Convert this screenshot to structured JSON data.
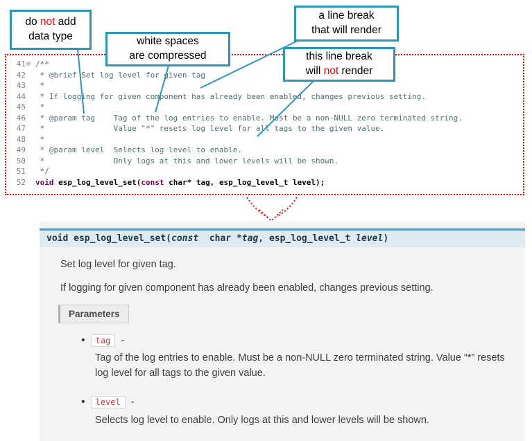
{
  "callouts": {
    "no_datatype": {
      "pre": "do ",
      "not": "not",
      "post": " add",
      "line2": "data type"
    },
    "whitespace": {
      "line1": "white spaces",
      "line2": "are compressed"
    },
    "break_render": {
      "line1": "a line break",
      "line2": "that will render"
    },
    "break_norender": {
      "line1": "this line break",
      "pre": "will ",
      "not": "not",
      "post": " render"
    }
  },
  "code": {
    "lines": [
      {
        "num": "41",
        "fold": "⊖",
        "text": "/**"
      },
      {
        "num": "42",
        "fold": "",
        "text": " * @brief Set log level for given tag"
      },
      {
        "num": "43",
        "fold": "",
        "text": " *"
      },
      {
        "num": "44",
        "fold": "",
        "text": " * If logging for given component has already been enabled, changes previous setting."
      },
      {
        "num": "45",
        "fold": "",
        "text": " *"
      },
      {
        "num": "46",
        "fold": "",
        "text": " * @param tag    Tag of the log entries to enable. Must be a non-NULL zero terminated string."
      },
      {
        "num": "47",
        "fold": "",
        "text": " *               Value \"*\" resets log level for all tags to the given value."
      },
      {
        "num": "48",
        "fold": "",
        "text": " *"
      },
      {
        "num": "49",
        "fold": "",
        "text": " * @param level  Selects log level to enable."
      },
      {
        "num": "50",
        "fold": "",
        "text": " *               Only logs at this and lower levels will be shown."
      },
      {
        "num": "51",
        "fold": "",
        "text": " */"
      },
      {
        "num": "52",
        "fold": "",
        "text": ""
      }
    ],
    "stmt": {
      "kw1": "void ",
      "fn": "esp_log_level_set(",
      "kw2": "const",
      "rest": " char* tag, esp_log_level_t level);"
    }
  },
  "doc": {
    "signature": {
      "kw_void": "void",
      "fn": " esp_log_level_set(",
      "kw_const": "const",
      "mid": "  char *",
      "arg1": "tag",
      "sep": ", ",
      "type2": "esp_log_level_t ",
      "arg2": "level",
      "close": ")"
    },
    "brief": "Set log level for given tag.",
    "description": "If logging for given component has already been enabled, changes previous setting.",
    "parameters_label": "Parameters",
    "bullet": "•",
    "params": [
      {
        "name": "tag",
        "suffix": " -",
        "desc": "Tag of the log entries to enable. Must be a non-NULL zero terminated string. Value “*” resets log level for all tags to the given value."
      },
      {
        "name": "level",
        "suffix": " -",
        "desc": "Selects log level to enable. Only logs at this and lower levels will be shown."
      }
    ]
  },
  "colors": {
    "callout_border_teal": "#2a97b8",
    "annotation_red": "#ff0000",
    "code_keyword": "#7f0055",
    "code_comment": "#4d6f6f",
    "signature_border": "#5896be",
    "signature_bg": "#dfe9f1",
    "param_chip_text": "#cf3a3a",
    "doc_panel_bg": "#f3f3f3"
  }
}
